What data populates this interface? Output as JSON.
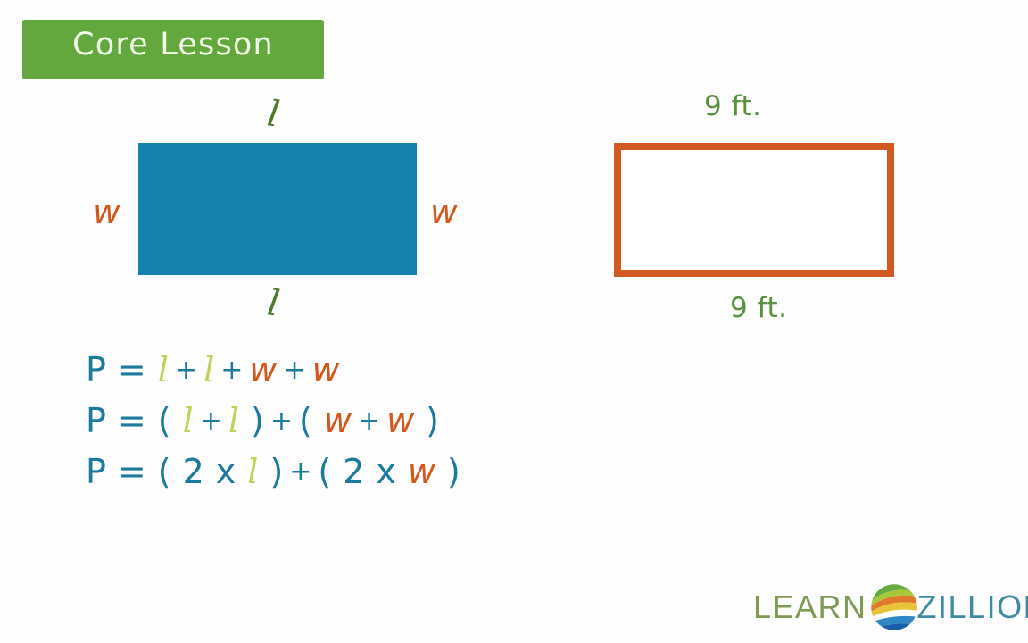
{
  "slide": {
    "background_color": "#ffffff",
    "banner": {
      "label": "Core Lesson",
      "background_color": "#63a83c",
      "text_color": "#f2fbe8"
    }
  },
  "diagram_left": {
    "name": "generic-rectangle",
    "fill_color": "#1680ad",
    "labels": {
      "length_top": "l",
      "length_bottom": "l",
      "width_left": "w",
      "width_right": "w"
    },
    "label_colors": {
      "length": "#4e7a2e",
      "width": "#d2581e"
    }
  },
  "diagram_right": {
    "name": "nine-foot-square",
    "border_color": "#d2591f",
    "fill_color": "#ffffff",
    "labels": {
      "top": "9 ft.",
      "bottom": "9 ft."
    },
    "label_color": "#5a9140"
  },
  "equations": {
    "colors": {
      "operator": "#1b7a9e",
      "length": "#c5d25a",
      "width": "#d2581e"
    },
    "lines": [
      {
        "id": "equation-1",
        "text": "P = l + l + w + w",
        "tokens": [
          {
            "t": "P",
            "k": "teal"
          },
          {
            "t": "=",
            "k": "teal"
          },
          {
            "t": "l",
            "k": "len"
          },
          {
            "t": "+",
            "k": "plus"
          },
          {
            "t": "l",
            "k": "len"
          },
          {
            "t": "+",
            "k": "plus"
          },
          {
            "t": "w",
            "k": "wid"
          },
          {
            "t": "+",
            "k": "plus"
          },
          {
            "t": "w",
            "k": "wid"
          }
        ]
      },
      {
        "id": "equation-2",
        "text": "P = (l + l) + (w + w)",
        "tokens": [
          {
            "t": "P",
            "k": "teal"
          },
          {
            "t": "=",
            "k": "teal"
          },
          {
            "t": "(",
            "k": "teal"
          },
          {
            "t": "l",
            "k": "len"
          },
          {
            "t": "+",
            "k": "plus"
          },
          {
            "t": "l",
            "k": "len"
          },
          {
            "t": ")",
            "k": "teal"
          },
          {
            "t": "+",
            "k": "plus"
          },
          {
            "t": "(",
            "k": "teal"
          },
          {
            "t": "w",
            "k": "wid"
          },
          {
            "t": "+",
            "k": "plus"
          },
          {
            "t": "w",
            "k": "wid"
          },
          {
            "t": ")",
            "k": "teal"
          }
        ]
      },
      {
        "id": "equation-3",
        "text": "P = (2 x l) + (2 x w)",
        "tokens": [
          {
            "t": "P",
            "k": "teal"
          },
          {
            "t": "=",
            "k": "teal"
          },
          {
            "t": "(",
            "k": "teal"
          },
          {
            "t": "2",
            "k": "teal"
          },
          {
            "t": "x",
            "k": "teal"
          },
          {
            "t": "l",
            "k": "len"
          },
          {
            "t": ")",
            "k": "teal"
          },
          {
            "t": "+",
            "k": "plus"
          },
          {
            "t": "(",
            "k": "teal"
          },
          {
            "t": "2",
            "k": "teal"
          },
          {
            "t": "x",
            "k": "teal"
          },
          {
            "t": "w",
            "k": "wid"
          },
          {
            "t": ")",
            "k": "teal"
          }
        ]
      }
    ]
  },
  "logo": {
    "word_learn": "LEARN",
    "word_zillion": "ZILLION",
    "learn_color": "#7f9a52",
    "zillion_color": "#3f8ba4",
    "globe_colors": [
      "#6aab3f",
      "#a8c83c",
      "#e0792c",
      "#e8c33a",
      "#2f86c5",
      "#1b5fa8"
    ]
  }
}
